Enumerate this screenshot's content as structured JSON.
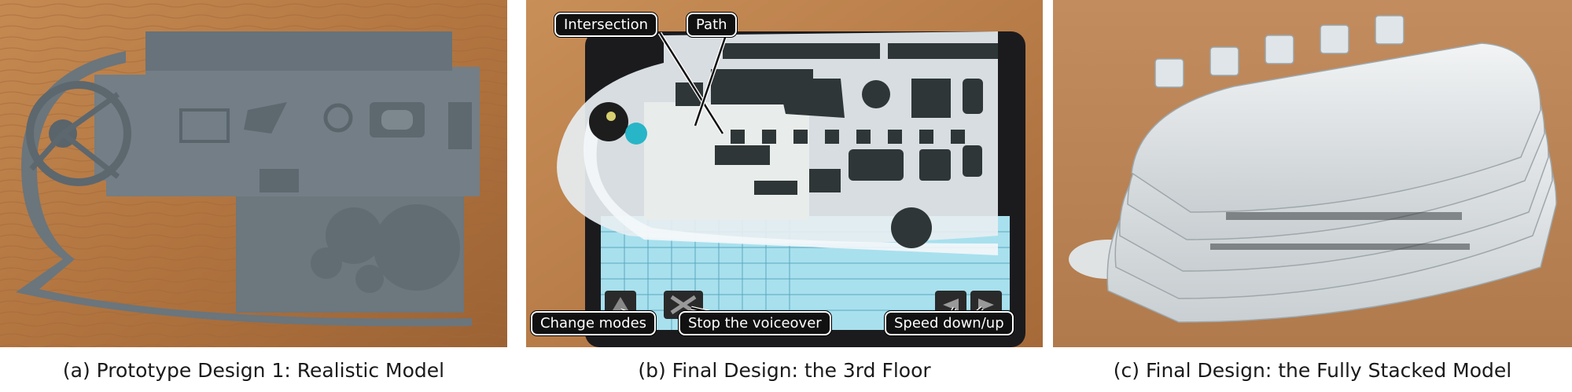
{
  "panels": [
    {
      "caption": "(a) Prototype Design 1: Realistic Model"
    },
    {
      "caption": "(b) Final Design: the 3rd Floor"
    },
    {
      "caption": "(c) Final Design: the Fully Stacked Model"
    }
  ],
  "callouts": {
    "intersection": "Intersection",
    "path": "Path",
    "change_modes": "Change modes",
    "stop_voiceover": "Stop the voiceover",
    "speed": "Speed down/up"
  },
  "colors": {
    "wood": "#b57a45",
    "grey_model": "#6f7a82",
    "clear_model": "#dfe6ea",
    "callout_bg": "#111111"
  }
}
